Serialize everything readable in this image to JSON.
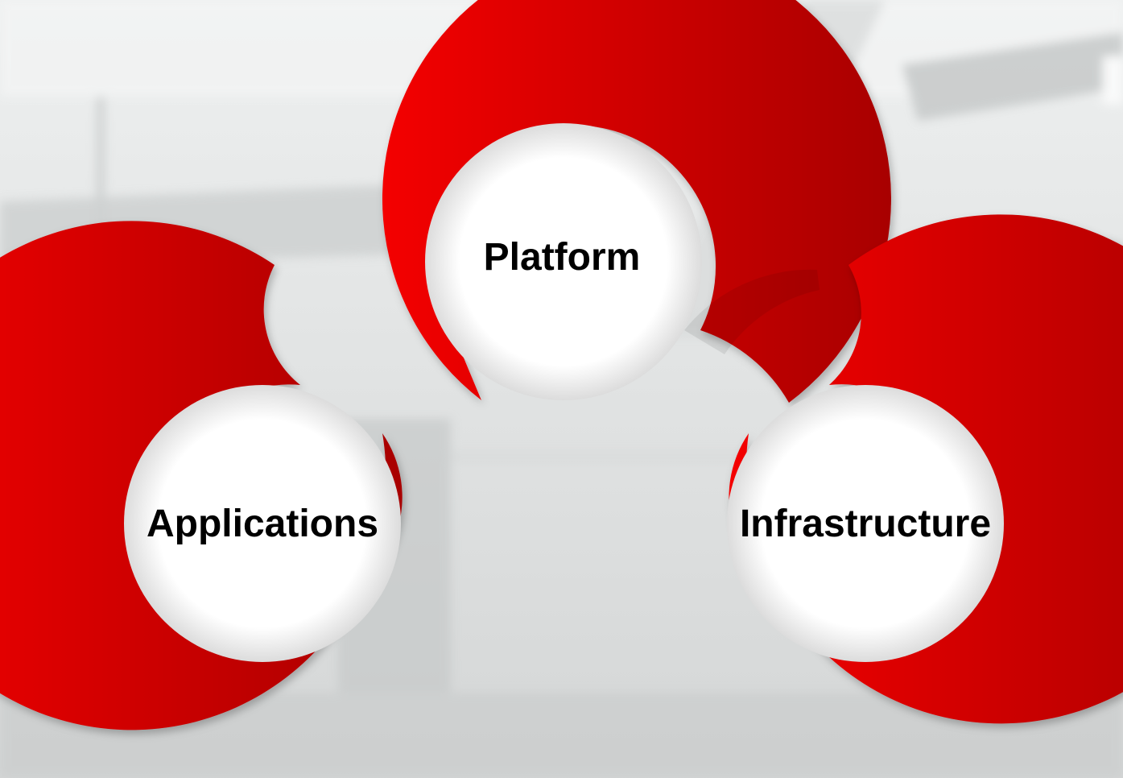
{
  "diagram": {
    "nodes": [
      {
        "id": "applications",
        "label": "Applications"
      },
      {
        "id": "platform",
        "label": "Platform"
      },
      {
        "id": "infrastructure",
        "label": "Infrastructure"
      }
    ],
    "colors": {
      "ring_light": "#f40000",
      "ring_dark": "#a80000",
      "center_fill": "#ffffff",
      "text": "#000000"
    }
  }
}
